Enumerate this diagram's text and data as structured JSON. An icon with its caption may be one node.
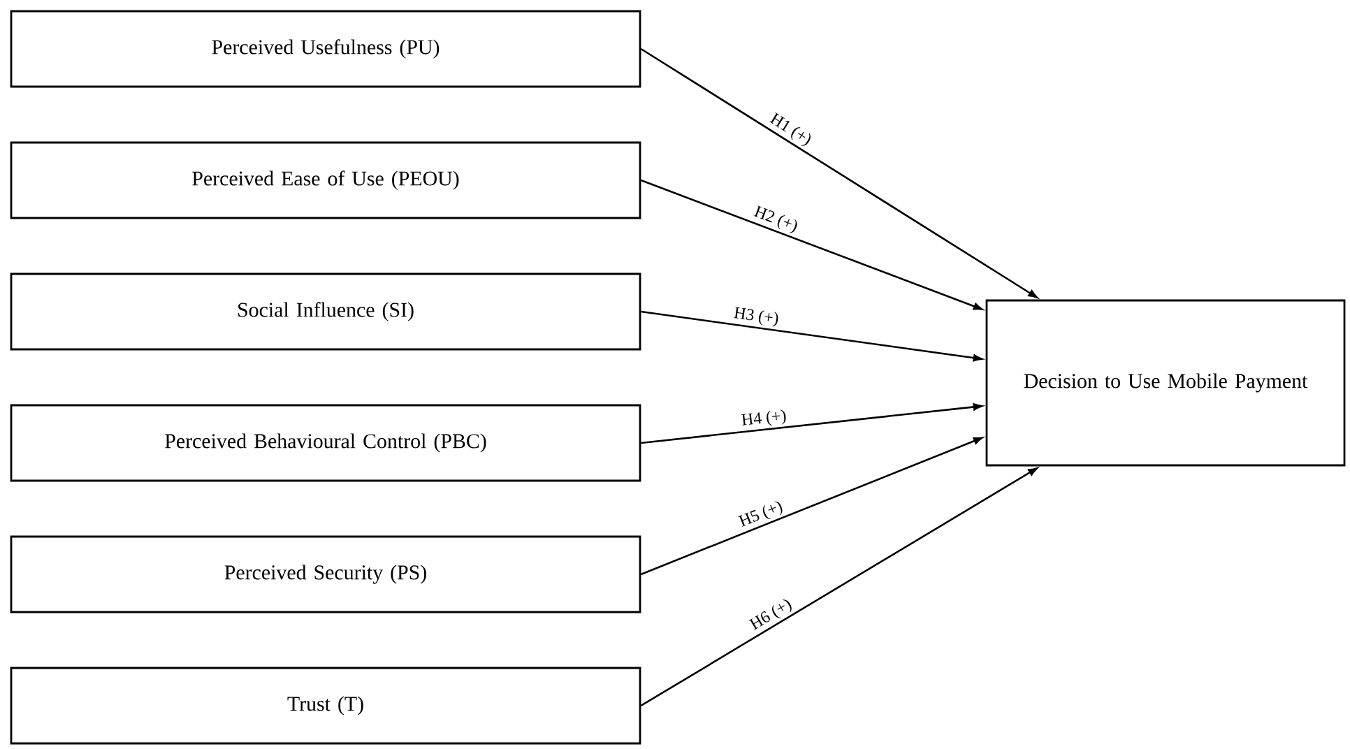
{
  "diagram": {
    "nodes": [
      {
        "text": [
          "Perceived Usefulness (PU)"
        ]
      },
      {
        "text": [
          "Perceived Ease of Use (PEOU)"
        ]
      },
      {
        "text": [
          "Social Influence (SI)"
        ]
      },
      {
        "text": [
          "Perceived Behavioural Control (PBC)"
        ]
      },
      {
        "text": [
          "Perceived Security (PS)"
        ]
      },
      {
        "text": [
          "Trust (T)"
        ]
      },
      {
        "text": [
          "Decision to Use Mobile Payment"
        ]
      }
    ],
    "edges": [
      {
        "from": 0,
        "to": 6,
        "arrow": "to",
        "label": "H1 (+)"
      },
      {
        "from": 1,
        "to": 6,
        "arrow": "to",
        "label": "H2 (+)"
      },
      {
        "from": 2,
        "to": 6,
        "arrow": "to",
        "label": "H3 (+)"
      },
      {
        "from": 3,
        "to": 6,
        "arrow": "to",
        "label": "H4 (+)"
      },
      {
        "from": 4,
        "to": 6,
        "arrow": "to",
        "label": "H5 (+)"
      },
      {
        "from": 5,
        "to": 6,
        "arrow": "to",
        "label": "H6 (+)"
      }
    ]
  }
}
